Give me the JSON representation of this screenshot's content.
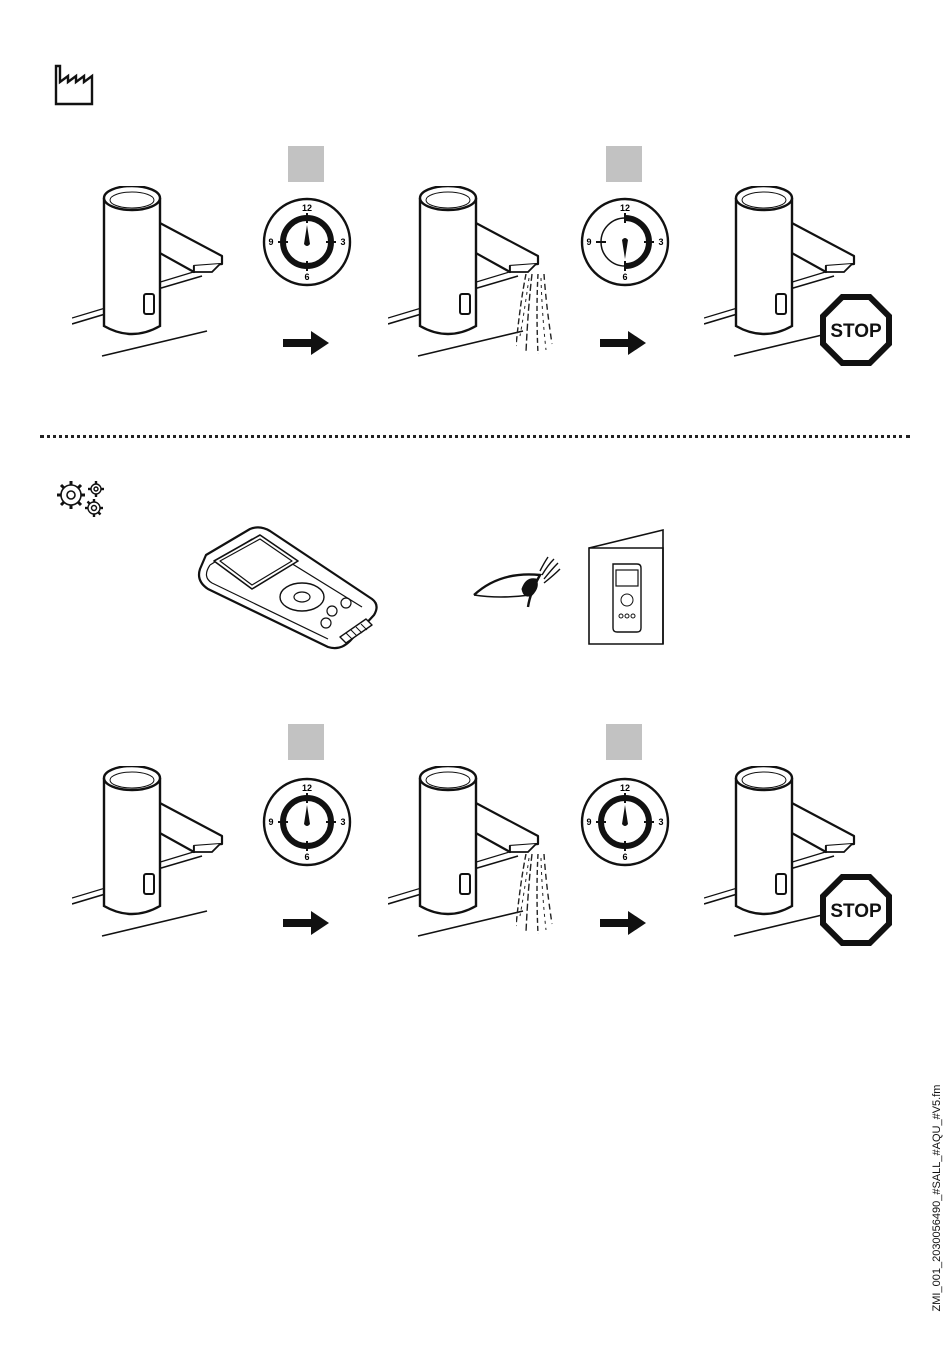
{
  "colors": {
    "ink": "#111111",
    "placeholder_box": "#c2c2c2",
    "water": "#222222"
  },
  "icons": {
    "section1": "factory-icon",
    "section2": "gears-icon",
    "arrow": "arrow-right-icon",
    "stop": "stop-sign-icon",
    "eye": "eye-icon",
    "manual": "manual-booklet-icon",
    "remote": "remote-control-icon"
  },
  "clock": {
    "n12": "12",
    "n3": "3",
    "n6": "6",
    "n9": "9"
  },
  "stop_sign": {
    "label": "STOP"
  },
  "footer": {
    "file_id": "ZMI_001_2030056490_#SALL_#AQU_#V5.fm"
  }
}
